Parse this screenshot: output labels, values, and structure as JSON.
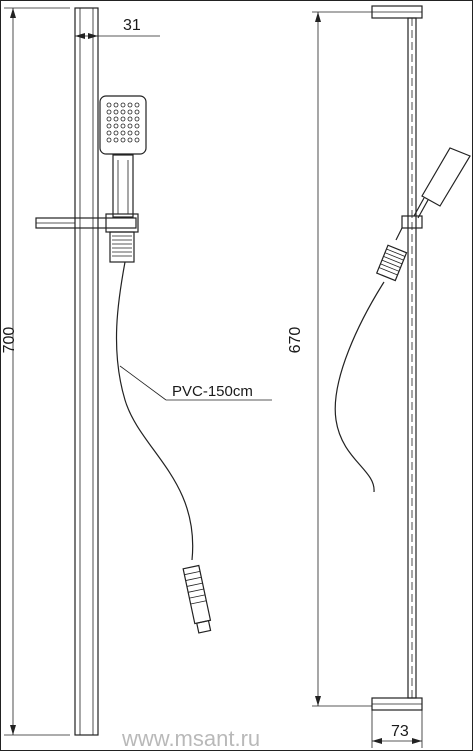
{
  "dimensions": {
    "rail_total_length": "700",
    "rail_offset_width": "31",
    "rail_mount_length": "670",
    "bracket_depth": "73"
  },
  "hose_label": "PVC-150cm",
  "watermark": "www.msant.ru"
}
